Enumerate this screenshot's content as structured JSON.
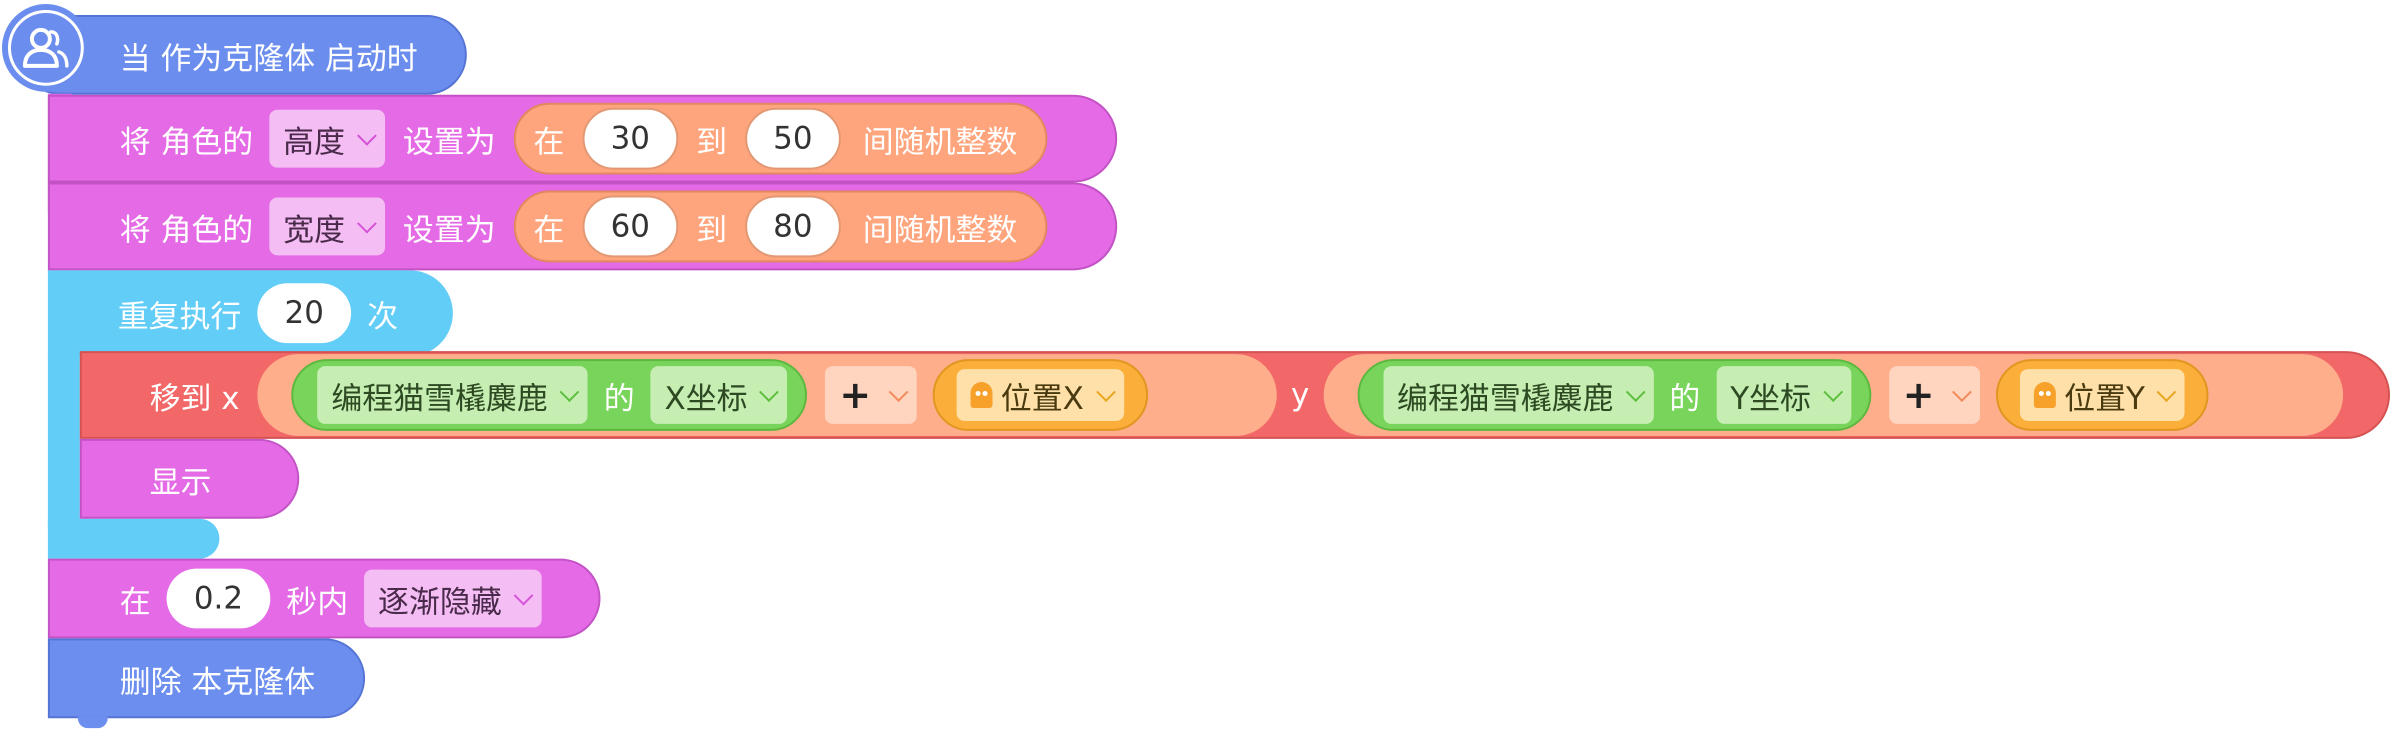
{
  "hat": {
    "label": "当 作为克隆体 启动时",
    "icon": "clone-user-icon"
  },
  "set_height": {
    "prefix": "将 角色的",
    "property": "高度",
    "set_label": "设置为",
    "rand_in": "在",
    "min": "30",
    "to": "到",
    "max": "50",
    "rand_suffix": "间随机整数"
  },
  "set_width": {
    "prefix": "将 角色的",
    "property": "宽度",
    "set_label": "设置为",
    "rand_in": "在",
    "min": "60",
    "to": "到",
    "max": "80",
    "rand_suffix": "间随机整数"
  },
  "repeat": {
    "label": "重复执行",
    "count": "20",
    "suffix": "次"
  },
  "move": {
    "label": "移到 x",
    "y_label": "y",
    "x_expr": {
      "sprite": "编程猫雪橇麋鹿",
      "of": "的",
      "attr": "X坐标",
      "op": "+",
      "pos": "位置X"
    },
    "y_expr": {
      "sprite": "编程猫雪橇麋鹿",
      "of": "的",
      "attr": "Y坐标",
      "op": "+",
      "pos": "位置Y"
    }
  },
  "show": {
    "label": "显示"
  },
  "fade": {
    "in": "在",
    "seconds": "0.2",
    "suffix": "秒内",
    "effect": "逐渐隐藏"
  },
  "delete": {
    "label": "删除 本克隆体"
  },
  "colors": {
    "event_blue": "#6B8DEE",
    "looks_pink": "#E46AE6",
    "control_cyan": "#62CDF7",
    "motion_red": "#F26868",
    "operator_orange": "#FFA57E",
    "sensing_green": "#78D45A",
    "variable_gold": "#FBAE3A"
  }
}
